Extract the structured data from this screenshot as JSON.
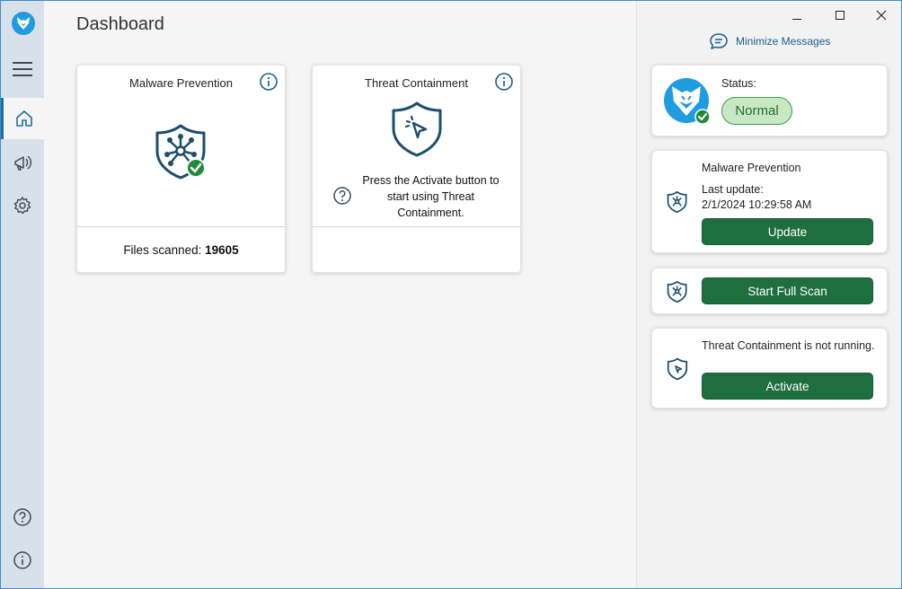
{
  "app": {
    "brand_color": "#1f9be0",
    "accent_color": "#1e6e3f"
  },
  "sidebar": {
    "items": [
      {
        "name": "menu",
        "icon": "hamburger-icon"
      },
      {
        "name": "home",
        "icon": "home-icon",
        "active": true
      },
      {
        "name": "alerts",
        "icon": "megaphone-icon"
      },
      {
        "name": "settings",
        "icon": "gear-icon"
      },
      {
        "name": "help",
        "icon": "help-icon"
      },
      {
        "name": "about",
        "icon": "info-icon"
      }
    ]
  },
  "main": {
    "title": "Dashboard",
    "cards": {
      "malware": {
        "title": "Malware Prevention",
        "footer_label": "Files scanned:",
        "footer_value": "19605"
      },
      "threat": {
        "title": "Threat Containment",
        "message": "Press the Activate button to start using Threat Containment."
      }
    }
  },
  "panel": {
    "minimize_messages": "Minimize Messages",
    "status": {
      "label": "Status:",
      "value": "Normal"
    },
    "malware": {
      "title": "Malware Prevention",
      "last_update_label": "Last update:",
      "last_update_value": "2/1/2024 10:29:58 AM",
      "button": "Update"
    },
    "scan": {
      "button": "Start Full Scan"
    },
    "threat": {
      "message": "Threat Containment is not running.",
      "button": "Activate"
    }
  }
}
